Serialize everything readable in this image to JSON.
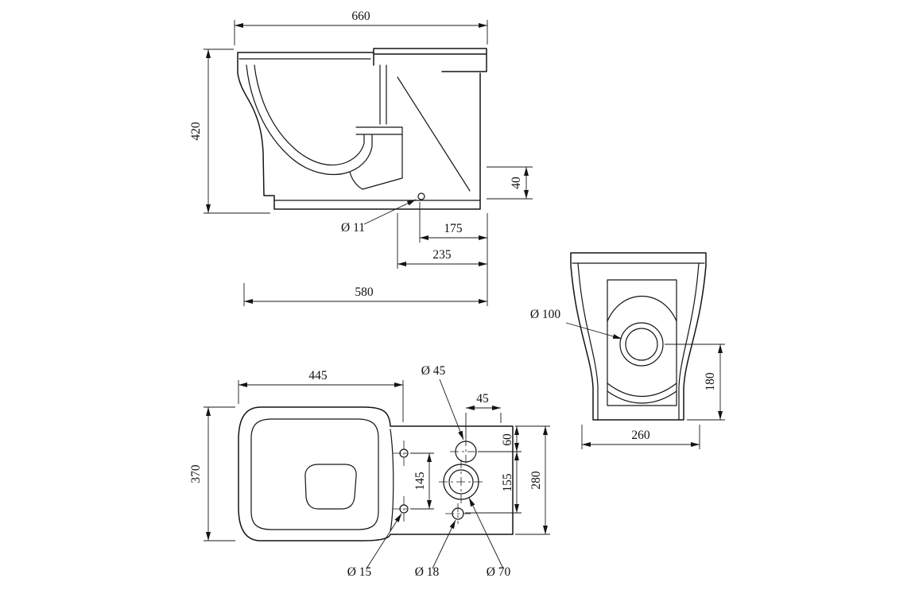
{
  "views": {
    "side": {
      "dims": {
        "width_660": "660",
        "height_420": "420",
        "hole_11": "Ø 11",
        "len_175": "175",
        "len_235": "235",
        "len_580": "580",
        "len_40": "40"
      }
    },
    "rear": {
      "dims": {
        "hole_100": "Ø 100",
        "len_180": "180",
        "len_260": "260"
      }
    },
    "plan": {
      "dims": {
        "len_445": "445",
        "hole_45": "Ø 45",
        "len_45": "45",
        "len_370": "370",
        "len_145": "145",
        "len_60": "60",
        "len_155": "155",
        "len_280": "280",
        "hole_15": "Ø 15",
        "hole_18": "Ø 18",
        "hole_70": "Ø 70"
      }
    }
  }
}
